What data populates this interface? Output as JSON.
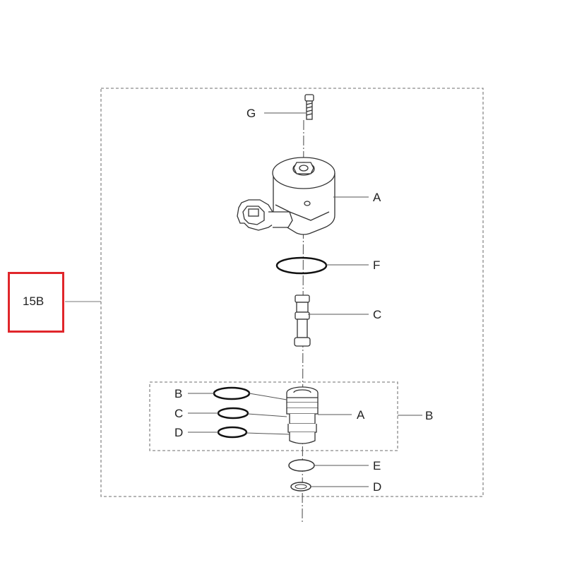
{
  "callout": {
    "label": "15B",
    "highlight_color": "#e0262b"
  },
  "labels": {
    "g": "G",
    "a_top": "A",
    "f": "F",
    "c_top": "C",
    "b_left": "B",
    "c_left": "C",
    "d_left": "D",
    "a_mid": "A",
    "b_right": "B",
    "e": "E",
    "d_bottom": "D"
  },
  "colors": {
    "line": "#333333",
    "dashed": "#8a8a8a",
    "seal": "#111111"
  }
}
